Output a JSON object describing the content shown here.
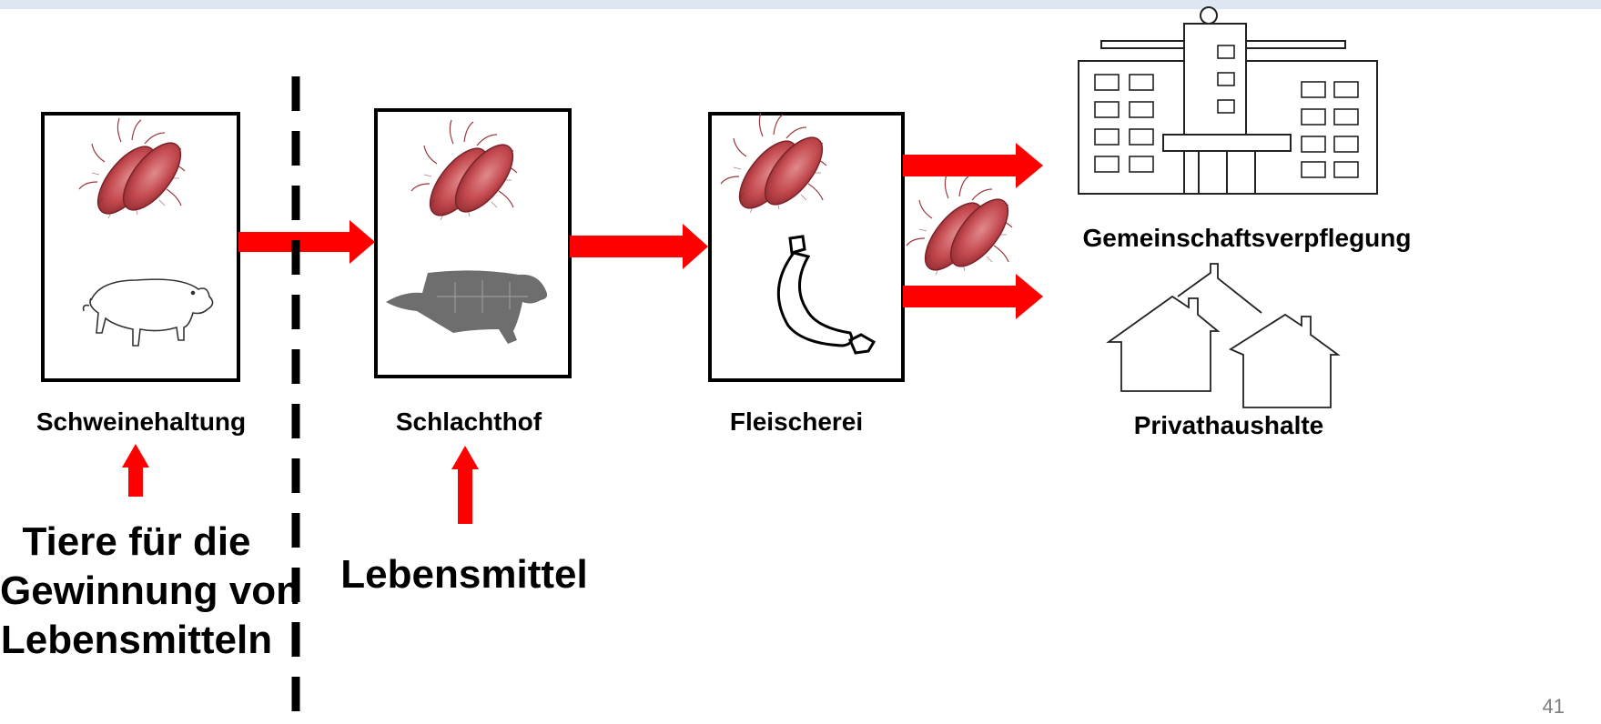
{
  "slide": {
    "page_number": "41",
    "colors": {
      "arrow": "#ff0000",
      "bacteria": "#c44a4f",
      "box_border": "#000000",
      "topbar": "#dde7f1"
    }
  },
  "stages": [
    {
      "label": "Schweinehaltung",
      "icon": "pig-icon"
    },
    {
      "label": "Schlachthof",
      "icon": "pig-carcass-icon"
    },
    {
      "label": "Fleischerei",
      "icon": "sausage-icon"
    }
  ],
  "destinations": {
    "catering": {
      "label": "Gemeinschaftsverpflegung",
      "icon": "building-icon"
    },
    "households": {
      "label": "Privathaushalte",
      "icon": "houses-icon"
    }
  },
  "categories": {
    "animals": "Tiere für die Gewinnung von Lebensmitteln",
    "animals_lines": [
      "Tiere für die",
      "Gewinnung von",
      "Lebensmitteln"
    ],
    "food": "Lebensmittel"
  }
}
